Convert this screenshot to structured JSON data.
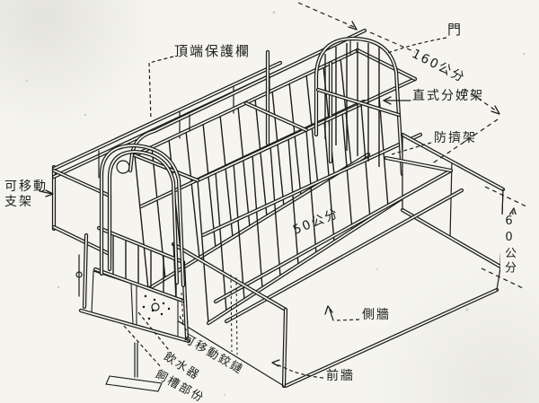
{
  "diagram": {
    "kind": "scanned isometric line drawing of a vertical farrowing crate",
    "colors": {
      "ink": "#1c1c1c",
      "paper": "#f5f4ef"
    },
    "labels": {
      "top_guard_rail": "頂端保護欄",
      "door": "門",
      "crate": "直式分娩架",
      "anti_crush_rail": "防擠架",
      "movable_support_line1": "可移動",
      "movable_support_line2": "支架",
      "side_wall": "側牆",
      "front_wall": "前牆",
      "movable_hinge": "可移動鉸鏈",
      "drinker": "飲水器",
      "feed_trough": "飼槽部份"
    },
    "dimensions": {
      "length": "160公分",
      "floor_width": "50公分",
      "wall_height": "60公分"
    }
  }
}
